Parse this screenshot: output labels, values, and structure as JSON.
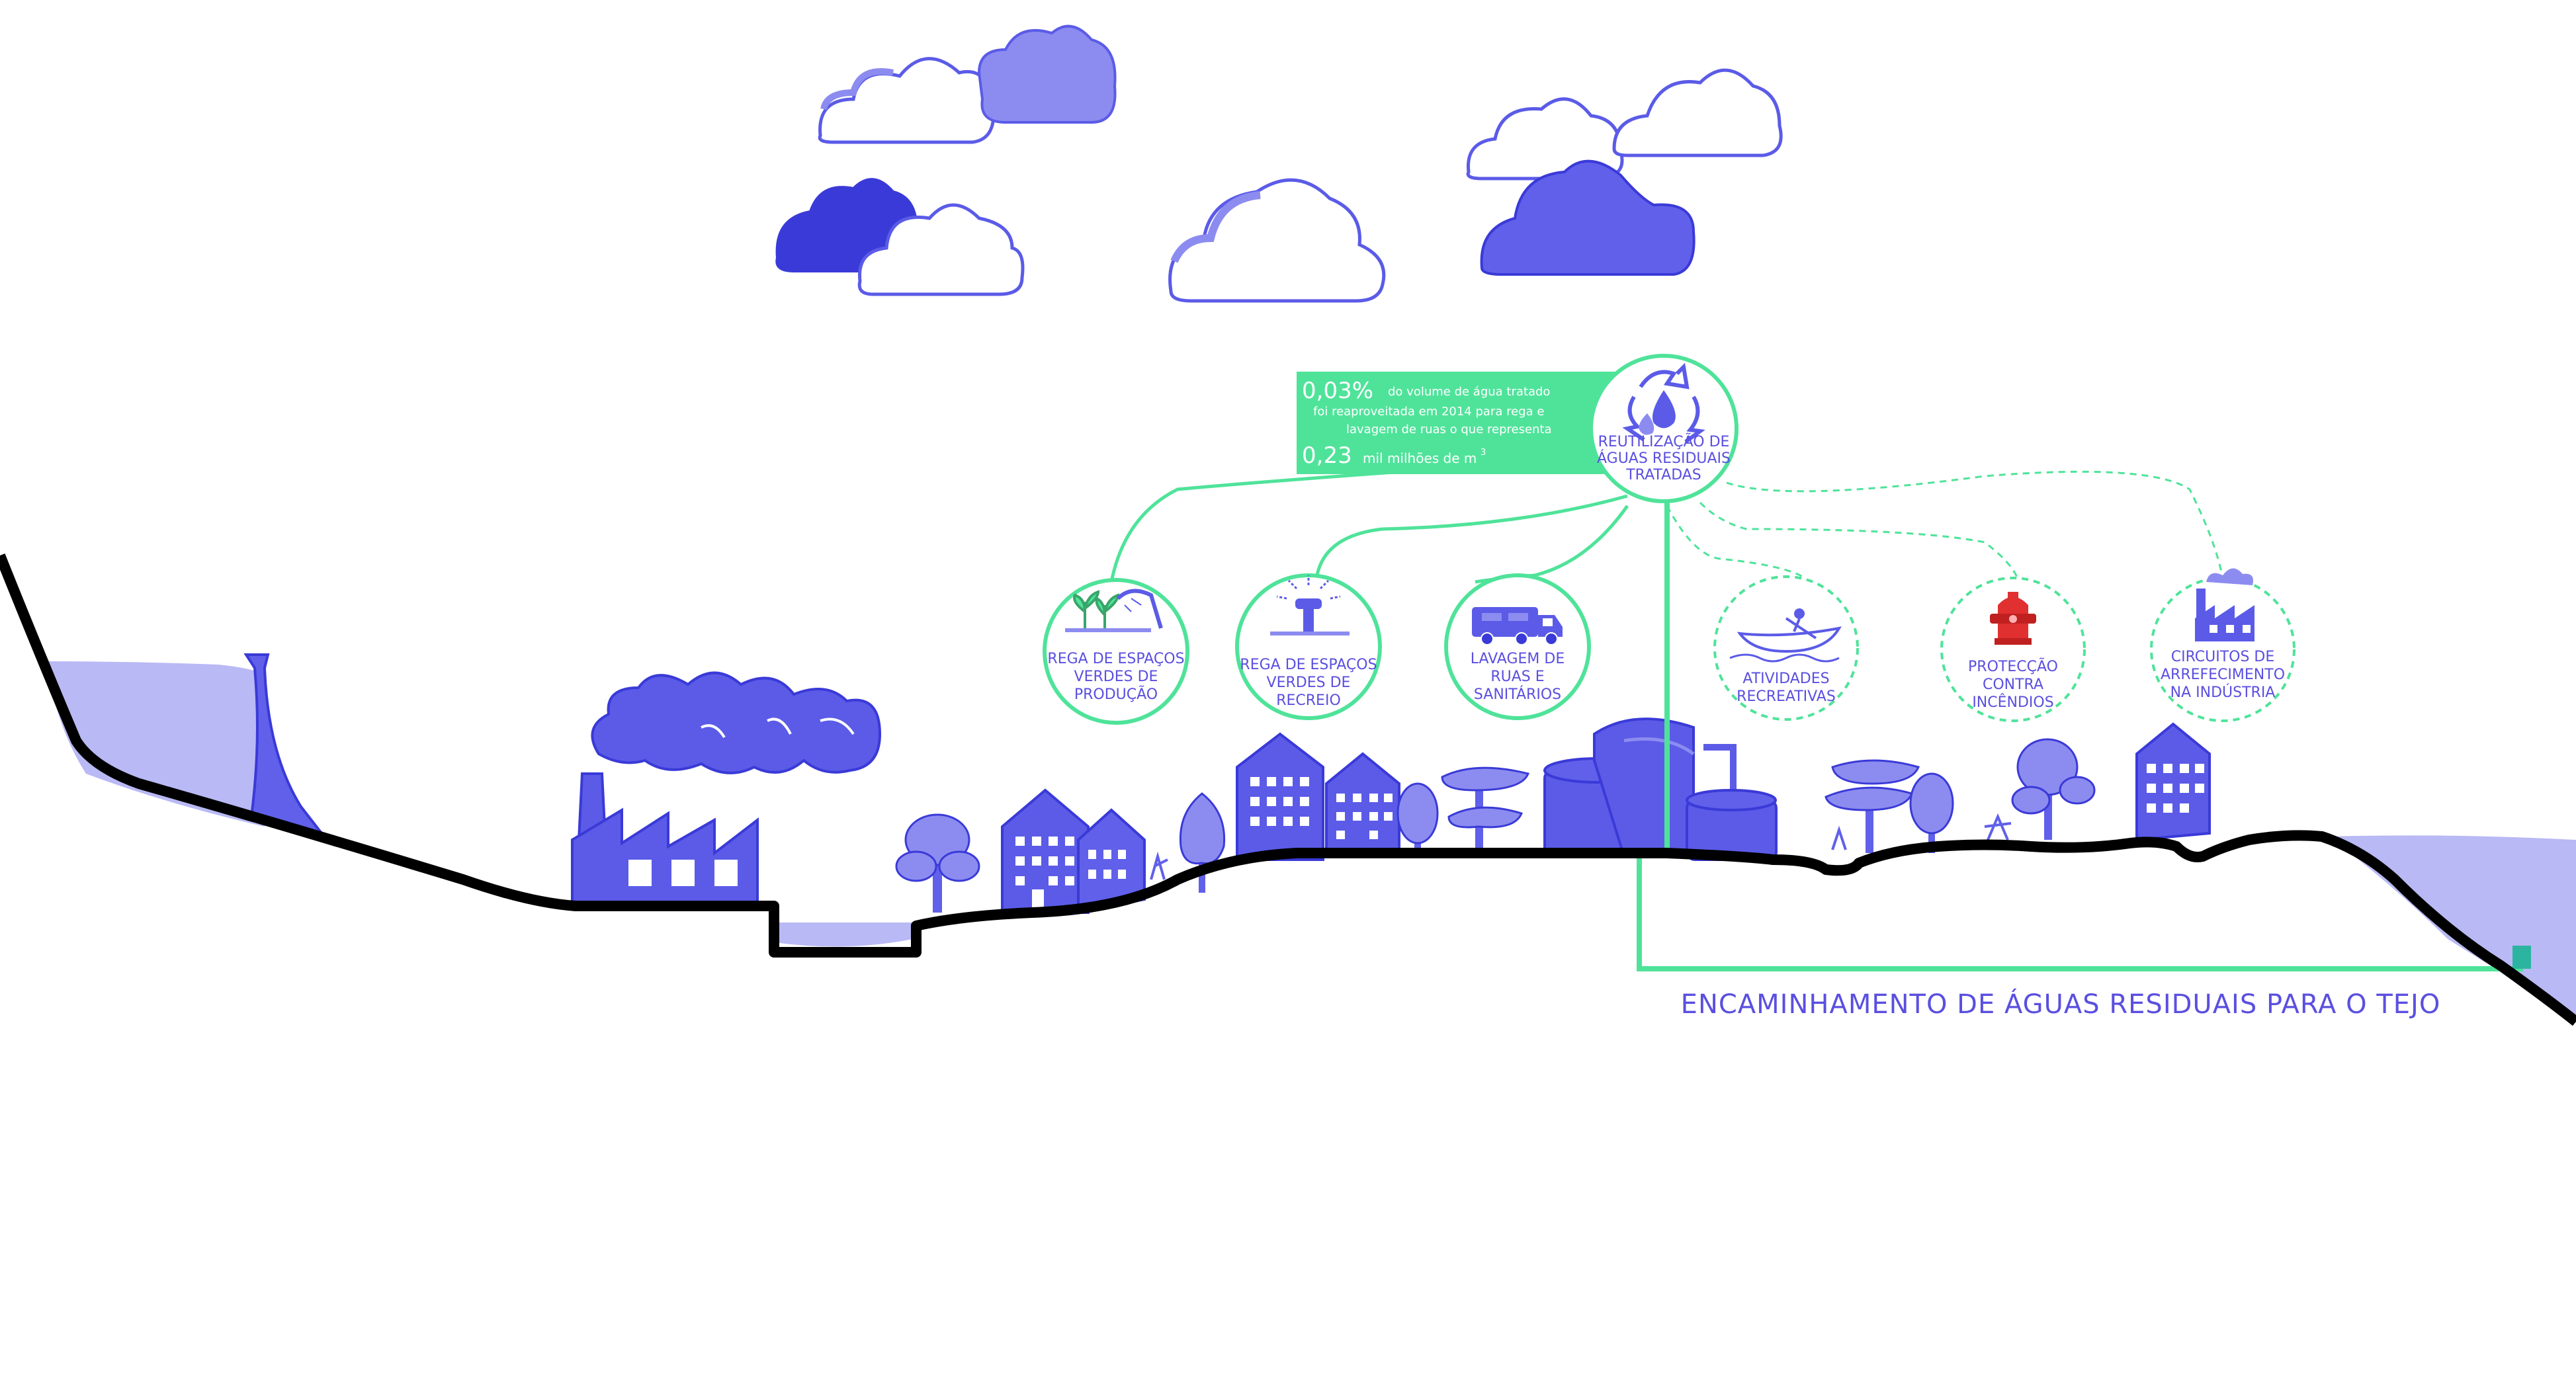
{
  "stat_box": {
    "percent": "0,03%",
    "line1": "do volume de água tratado",
    "line2": "foi reaproveitada em 2014 para rega e",
    "line3": "lavagem de ruas o que representa",
    "volume": "0,23",
    "volume_unit": "mil milhões de m",
    "volume_exp": "3"
  },
  "hub": {
    "label_lines": [
      "REUTILIZAÇÃO DE",
      "ÁGUAS RESIDUAIS",
      "TRATADAS"
    ],
    "icon": "recycle-water-icon"
  },
  "uses": [
    {
      "lines": [
        "REGA DE ESPAÇOS",
        "VERDES DE",
        "PRODUÇÃO"
      ],
      "icon": "plant-watering-icon",
      "connector": "solid"
    },
    {
      "lines": [
        "REGA DE ESPAÇOS",
        "VERDES DE",
        "RECREIO"
      ],
      "icon": "sprinkler-icon",
      "connector": "solid"
    },
    {
      "lines": [
        "LAVAGEM DE",
        "RUAS E",
        "SANITÁRIOS"
      ],
      "icon": "street-cleaning-truck-icon",
      "connector": "solid"
    },
    {
      "lines": [
        "ATIVIDADES",
        "RECREATIVAS"
      ],
      "icon": "rowing-boat-icon",
      "connector": "dashed"
    },
    {
      "lines": [
        "PROTECÇÃO",
        "CONTRA",
        "INCÊNDIOS"
      ],
      "icon": "fire-hydrant-icon",
      "connector": "dashed"
    },
    {
      "lines": [
        "CIRCUITOS DE",
        "ARREFECIMENTO",
        "NA INDÚSTRIA"
      ],
      "icon": "factory-icon",
      "connector": "dashed"
    }
  ],
  "discharge_label": "ENCAMINHAMENTO DE ÁGUAS RESIDUAIS PARA O TEJO",
  "colors": {
    "accent_green": "#4fe39a",
    "primary_blue": "#5b5be8",
    "dark_blue": "#3a3ad8",
    "water": "#b9b9f5",
    "ground_line": "#000000"
  }
}
